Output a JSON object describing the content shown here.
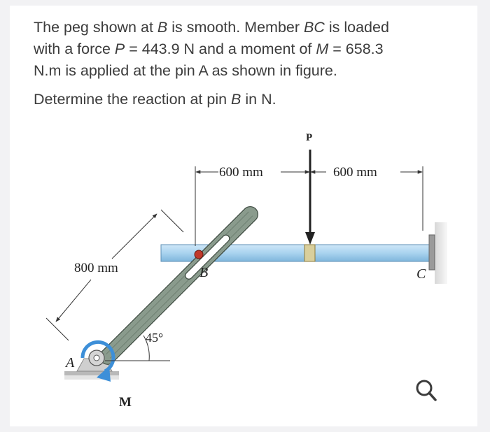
{
  "question": {
    "line1_a": "The peg shown at ",
    "line1_b": "B",
    "line1_c": " is smooth. Member ",
    "line1_d": "BC",
    "line1_e": " is loaded",
    "line2_a": "with a force ",
    "line2_b": "P",
    "line2_c": " = 443.9 N and a moment of ",
    "line2_d": "M",
    "line2_e": " = 658.3",
    "line3": "N.m is applied at the pin A as shown in figure.",
    "prompt_a": "Determine the reaction at pin ",
    "prompt_b": "B",
    "prompt_c": " in N."
  },
  "figure": {
    "label_P": "P",
    "dim_left": "600 mm",
    "dim_right": "600 mm",
    "dim_800": "800 mm",
    "label_A": "A",
    "label_B": "B",
    "label_C": "C",
    "label_M": "M",
    "angle": "45°"
  },
  "colors": {
    "beam_blue": "#a9d3ef",
    "member_green": "#8a9b8d",
    "moment_arrow": "#3d8fd8",
    "text": "#3c3c3c"
  },
  "icons": {
    "zoom": "magnifier-icon"
  }
}
